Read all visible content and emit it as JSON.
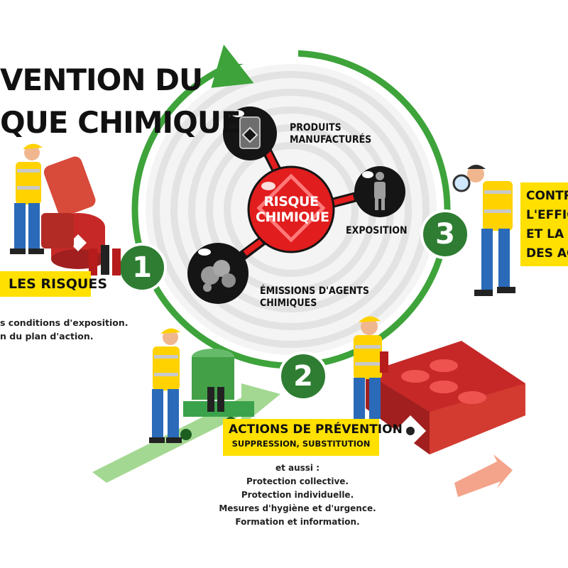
{
  "title": {
    "line1": "VENTION DU",
    "line2": "QUE CHIMIQUE"
  },
  "center": {
    "label": "RISQUE\nCHIMIQUE"
  },
  "nodes": {
    "produits": "PRODUITS\nMANUFACTURÉS",
    "exposition": "EXPOSITION",
    "emissions": "ÉMISSIONS D'AGENTS\nCHIMIQUES"
  },
  "steps": {
    "s1": {
      "number": "1",
      "label": "LES RISQUES",
      "desc_line1": "s conditions d'exposition.",
      "desc_line2": "n du plan d'action."
    },
    "s2": {
      "number": "2",
      "label": "ACTIONS DE PRÉVENTION",
      "sublabel": "SUPPRESSION, SUBSTITUTION",
      "desc": [
        "et aussi :",
        "Protection collective.",
        "Protection individuelle.",
        "Mesures d'hygiène et d'urgence.",
        "Formation et information."
      ]
    },
    "s3": {
      "number": "3",
      "label_lines": [
        "CONTRÔ",
        "L'EFFIC",
        "ET LA P",
        "DES ACT"
      ]
    }
  },
  "colors": {
    "green_dark": "#2e7d32",
    "green_ring": "#3da33a",
    "yellow": "#ffe000",
    "red": "#e11d1d",
    "black": "#151515",
    "gray_rings": "#e6e6e6"
  }
}
